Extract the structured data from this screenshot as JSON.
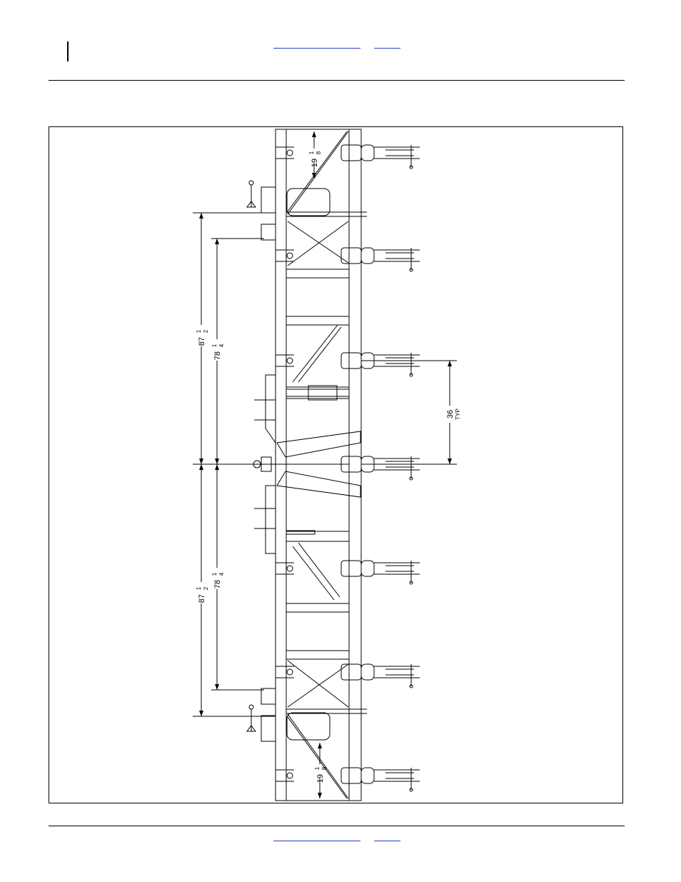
{
  "header": {
    "link_1": "",
    "link_2": ""
  },
  "footer": {
    "link_1": "",
    "link_2": ""
  },
  "drawing": {
    "dims": {
      "top_offset": {
        "whole": "19",
        "num": "1",
        "den": "8"
      },
      "bottom_offset": {
        "whole": "19",
        "num": "1",
        "den": "8"
      },
      "upper_outer": {
        "whole": "87",
        "num": "1",
        "den": "2"
      },
      "upper_inner": {
        "whole": "78",
        "num": "1",
        "den": "4"
      },
      "lower_outer": {
        "whole": "87",
        "num": "1",
        "den": "2"
      },
      "lower_inner": {
        "whole": "78",
        "num": "1",
        "den": "4"
      },
      "row_spacing": {
        "value": "36",
        "note": "TYP"
      }
    }
  }
}
